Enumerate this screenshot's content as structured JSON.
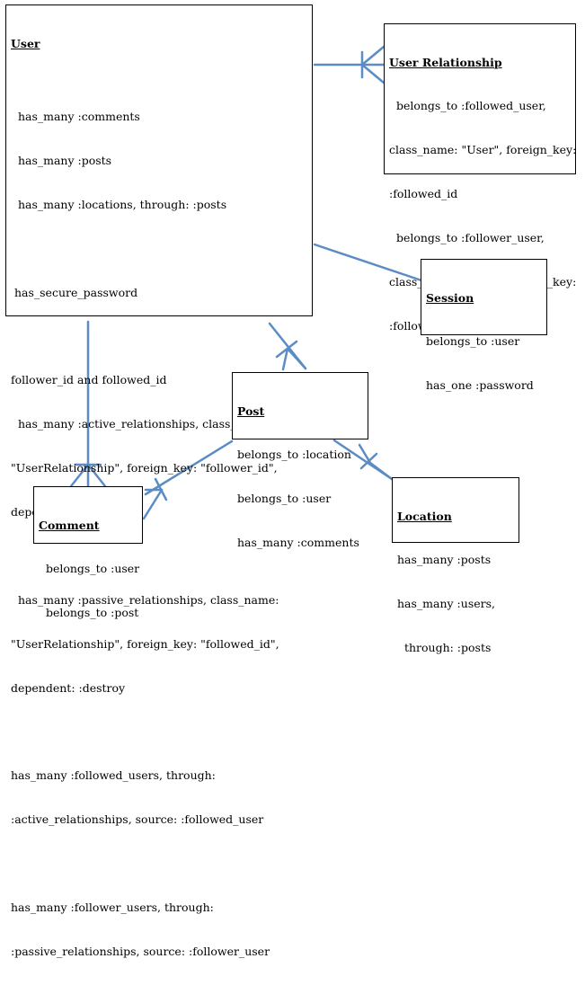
{
  "entities": {
    "user": {
      "title": "User",
      "lines": [
        "  has_many :comments",
        "  has_many :posts",
        "  has_many :locations, through: :posts",
        "",
        " has_secure_password",
        "",
        "follower_id and followed_id",
        "  has_many :active_relationships, class_name:",
        "\"UserRelationship\", foreign_key: \"follower_id\",",
        "dependent: :destroy",
        "",
        "  has_many :passive_relationships, class_name:",
        "\"UserRelationship\", foreign_key: \"followed_id\",",
        "dependent: :destroy",
        "",
        "has_many :followed_users, through:",
        ":active_relationships, source: :followed_user",
        "",
        "has_many :follower_users, through:",
        ":passive_relationships, source: :follower_user"
      ]
    },
    "user_relationship": {
      "title": "User Relationship",
      "lines": [
        "  belongs_to :followed_user,",
        "class_name: \"User\", foreign_key:",
        ":followed_id",
        "  belongs_to :follower_user,",
        "class_name: \"User\", foreign_key:",
        ":follower_id"
      ]
    },
    "session": {
      "title": "Session",
      "lines": [
        "belongs_to :user",
        "has_one :password"
      ]
    },
    "post": {
      "title": "Post",
      "lines": [
        "belongs_to :location",
        "belongs_to :user",
        "has_many :comments"
      ]
    },
    "comment": {
      "title": "Comment",
      "lines": [
        "  belongs_to :user",
        "  belongs_to :post"
      ]
    },
    "location": {
      "title": "Location",
      "lines": [
        "has_many :posts",
        "has_many :users,",
        "  through: :posts"
      ]
    }
  },
  "colors": {
    "connector": "#5b8cc4",
    "border": "#000000"
  }
}
